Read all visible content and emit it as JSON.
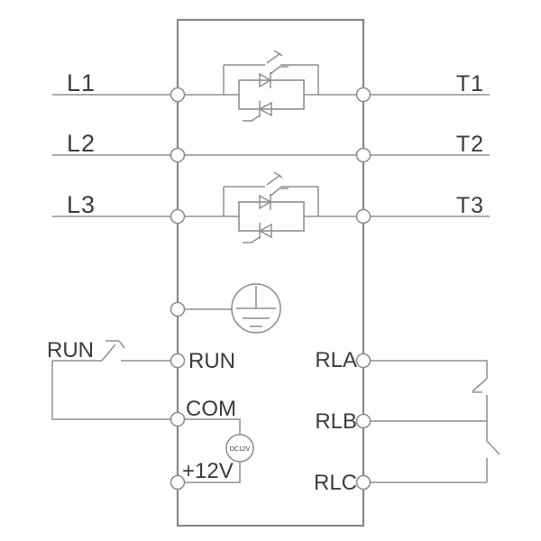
{
  "colors": {
    "background": "#ffffff",
    "line": "#8f8f8f",
    "text": "#3c3c3c"
  },
  "device": {
    "inputs": [
      {
        "label": "L1"
      },
      {
        "label": "L2"
      },
      {
        "label": "L3"
      }
    ],
    "outputs": [
      {
        "label": "T1"
      },
      {
        "label": "T2"
      },
      {
        "label": "T3"
      }
    ],
    "control_terminals": [
      {
        "label": "RUN"
      },
      {
        "label": "COM"
      },
      {
        "label": "+12V"
      }
    ],
    "relay_terminals": [
      {
        "label": "RLA"
      },
      {
        "label": "RLB"
      },
      {
        "label": "RLC"
      }
    ],
    "internal_source": {
      "label": "DC12V"
    },
    "external_switch": {
      "label": "RUN"
    }
  },
  "icons": {
    "thyristor_module": "anti-parallel-thyristor-pair-with-bypass-contact",
    "ground": "protective-earth-in-circle",
    "dc_source": "dc-12v-source-circle",
    "run_switch": "normally-open-pushbutton-contact",
    "relay_contact": "changeover-relay-contact"
  }
}
